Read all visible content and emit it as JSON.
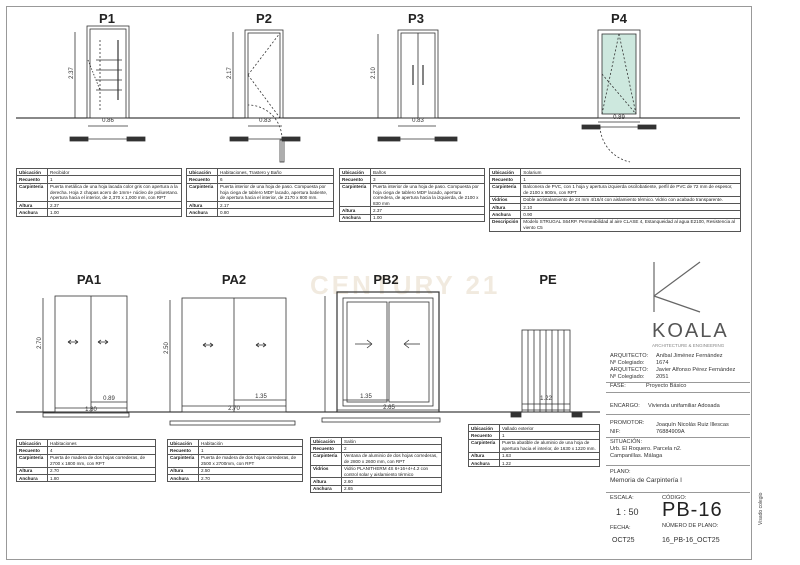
{
  "watermark": "CENTURY 21",
  "doors": [
    {
      "title": "P1",
      "height": "2.37",
      "width": "0.86",
      "spec": [
        [
          "Ubicación",
          "Recibidor"
        ],
        [
          "Recuento",
          "1"
        ],
        [
          "Carpintería",
          "Puerta metálica de una hoja lacada color gris con apertura a la derecha. Hoja 2 chapas acero de 1mm+ núcleo de poliuretano. Apertura hacia el interior, de 2,370 x 1,000 mm, con RPT"
        ],
        [
          "Altura",
          "2.37"
        ],
        [
          "Anchura",
          "1.00"
        ]
      ]
    },
    {
      "title": "P2",
      "height": "2.17",
      "width": "0.83",
      "spec": [
        [
          "Ubicación",
          "Habitaciones, Trastero y Baño"
        ],
        [
          "Recuento",
          "6"
        ],
        [
          "Carpintería",
          "Puerta interior de una hoja de paso. Compuesta por hoja ciega de tablero MDF lacado, apertura batiente, de apertura hacia el interior, de 2170 x 800 mm."
        ],
        [
          "Altura",
          "2.17"
        ],
        [
          "Anchura",
          "0.80"
        ]
      ]
    },
    {
      "title": "P3",
      "height": "2.10",
      "width": "0.83",
      "spec": [
        [
          "Ubicación",
          "Baños"
        ],
        [
          "Recuento",
          "3"
        ],
        [
          "Carpintería",
          "Puerta interior de una hoja de paso. Compuesta por hoja ciega de tablero MDF lacado, apertura corredera, de apertura hacia la izquierda, de 2100 x 830 mm"
        ],
        [
          "Altura",
          "2.37"
        ],
        [
          "Anchura",
          "1.00"
        ]
      ]
    },
    {
      "title": "P4",
      "height": "",
      "width": "0.89",
      "spec": [
        [
          "Ubicación",
          "Solarium"
        ],
        [
          "Recuento",
          "1"
        ],
        [
          "Carpintería",
          "Balconera de PVC, con 1 hoja y apertura izquierda oscilobatiente, perfil de PVC de 72 mm de espesor, de 2100 x 900m, con RPT"
        ],
        [
          "Vidrios",
          "Doble acristalamiento de 24 mm 4/16/4 con aislamiento térmico. Vidrio con acabado transparente."
        ],
        [
          "Altura",
          "2.10"
        ],
        [
          "Anchura",
          "0.90"
        ],
        [
          "Descripción",
          "Modelo STRUGAL S64RP. Permeabilidad al aire CLASE 4, Estanqueidad al agua E2100, Resistencia al viento C5"
        ]
      ]
    },
    {
      "title": "PA1",
      "height": "2.70",
      "width": "1.80",
      "width2": "0.89",
      "spec": [
        [
          "Ubicación",
          "Habitaciones"
        ],
        [
          "Recuento",
          "4"
        ],
        [
          "Carpintería",
          "Puerta de madera de dos hojas correderas, de 2700 x 1800 mm, con RPT"
        ],
        [
          "Altura",
          "2.70"
        ],
        [
          "Anchura",
          "1.80"
        ]
      ]
    },
    {
      "title": "PA2",
      "height": "2.50",
      "width": "2.70",
      "width2": "1.35",
      "spec": [
        [
          "Ubicación",
          "Habitación"
        ],
        [
          "Recuento",
          "1"
        ],
        [
          "Carpintería",
          "Puerta de madera de dos hojas correderas, de 2500 x 2700mm, con RPT"
        ],
        [
          "Altura",
          "2.50"
        ],
        [
          "Anchura",
          "2.70"
        ]
      ]
    },
    {
      "title": "PB2",
      "height": "",
      "width": "2.65",
      "width2": "1.35",
      "spec": [
        [
          "Ubicación",
          "Salón"
        ],
        [
          "Recuento",
          "2"
        ],
        [
          "Carpintería",
          "Ventana de aluminio de dos hojas correderas, de 2800 x 2600 mm, con RPT"
        ],
        [
          "Vidrios",
          "Vidrio PLANITHERM 4S 6+16+4+4.2 con control solar y aislamiento térmico"
        ],
        [
          "Altura",
          "2.60"
        ],
        [
          "Anchura",
          "2.65"
        ]
      ]
    },
    {
      "title": "PE",
      "height": "",
      "width": "1.22",
      "spec": [
        [
          "Ubicación",
          "Vallado exterior"
        ],
        [
          "Recuento",
          "1"
        ],
        [
          "Carpintería",
          "Puerta abatible de aluminio de una hoja de apertura hacia el interior, de 1630 x 1220 mm."
        ],
        [
          "Altura",
          "1.63"
        ],
        [
          "Anchura",
          "1.22"
        ]
      ]
    }
  ],
  "panel": {
    "logo": "KOALA",
    "logo_sub": "ARCHITECTURE & ENGINEERING",
    "arq1_label": "ARQUITECTO:",
    "arq1": "Aníbal Jiménez Fernández",
    "col1_label": "Nº Colegiado:",
    "col1": "1674",
    "arq2_label": "ARQUITECTO:",
    "arq2": "Javier Alfonso Pérez Fernández",
    "col2_label": "Nº Colegiado:",
    "col2": "2051",
    "fase_label": "FASE:",
    "fase": "Proyecto Básico",
    "encargo_label": "ENCARGO:",
    "encargo": "Vivienda unifamiliar Adosada",
    "promotor_label": "PROMOTOR:",
    "promotor": "Joaquín Nicolás Ruiz Illescas",
    "nif_label": "NIF:",
    "nif": "76884909A",
    "situacion_label": "SITUACIÓN:",
    "situacion": "Urb. El Roquero. Parcela n2. Campanillas. Málaga",
    "plano_label": "PLANO:",
    "plano": "Memoria de Carpintería I",
    "escala_label": "ESCALA:",
    "escala": "1 : 50",
    "codigo_label": "CÓDIGO:",
    "codigo": "PB-16",
    "numplano_label": "NÚMERO DE PLANO:",
    "numplano": "16_PB-16_OCT25",
    "fecha_label": "FECHA:",
    "fecha": "OCT25",
    "side": "Visado colegio"
  }
}
